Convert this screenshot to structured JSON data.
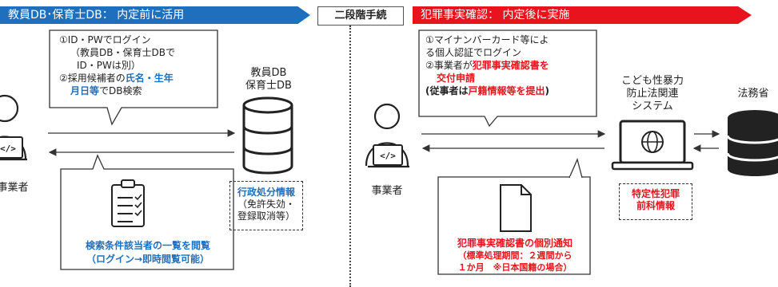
{
  "header": {
    "left_banner": "教員DB･保育士DB： 内定前に活用",
    "center_label": "二段階手続",
    "right_banner": "犯罪事実確認： 内定後に実施"
  },
  "left": {
    "callout": {
      "line1": "①ID・PWでログイン",
      "line2": "（教員DB・保育士DBで",
      "line3": "ID・PWは別）",
      "line4_pre": "②採用候補者の",
      "line4_hl": "氏名・生年",
      "line5_hl": "月日等",
      "line5_post": "でDB検索"
    },
    "db_label": [
      "教員DB",
      "保育士DB"
    ],
    "person_label": "事業者",
    "dash_box": {
      "title": "行政処分情報",
      "line2": "（免許失効・",
      "line3": "登録取消等）"
    },
    "result_box": {
      "line1": "検索条件該当者の一覧を閲覧",
      "line2": "（ログイン→即時閲覧可能）"
    }
  },
  "right": {
    "callout": {
      "line1": "①マイナンバーカード等によ",
      "line2": "る個人認証でログイン",
      "line3_pre": "②事業者が",
      "line3_hl": "犯罪事実確認書を",
      "line4_hl": "交付申請",
      "line5_pre": "(従事者は",
      "line5_hl": "戸籍情報等を提出",
      "line5_post": ")"
    },
    "person_label": "事業者",
    "system_label": [
      "こども性暴力",
      "防止法関連",
      "システム"
    ],
    "moj_label": "法務省",
    "dash_box": {
      "line1": "特定性犯罪",
      "line2": "前科情報"
    },
    "result_box": {
      "line1": "犯罪事実確認書の個別通知",
      "line2": "（標準処理期間：２週間から",
      "line3": "１か月　※日本国籍の場合）"
    }
  },
  "colors": {
    "blue": "#1f6fbf",
    "red": "#e8131c",
    "dark": "#222222"
  }
}
